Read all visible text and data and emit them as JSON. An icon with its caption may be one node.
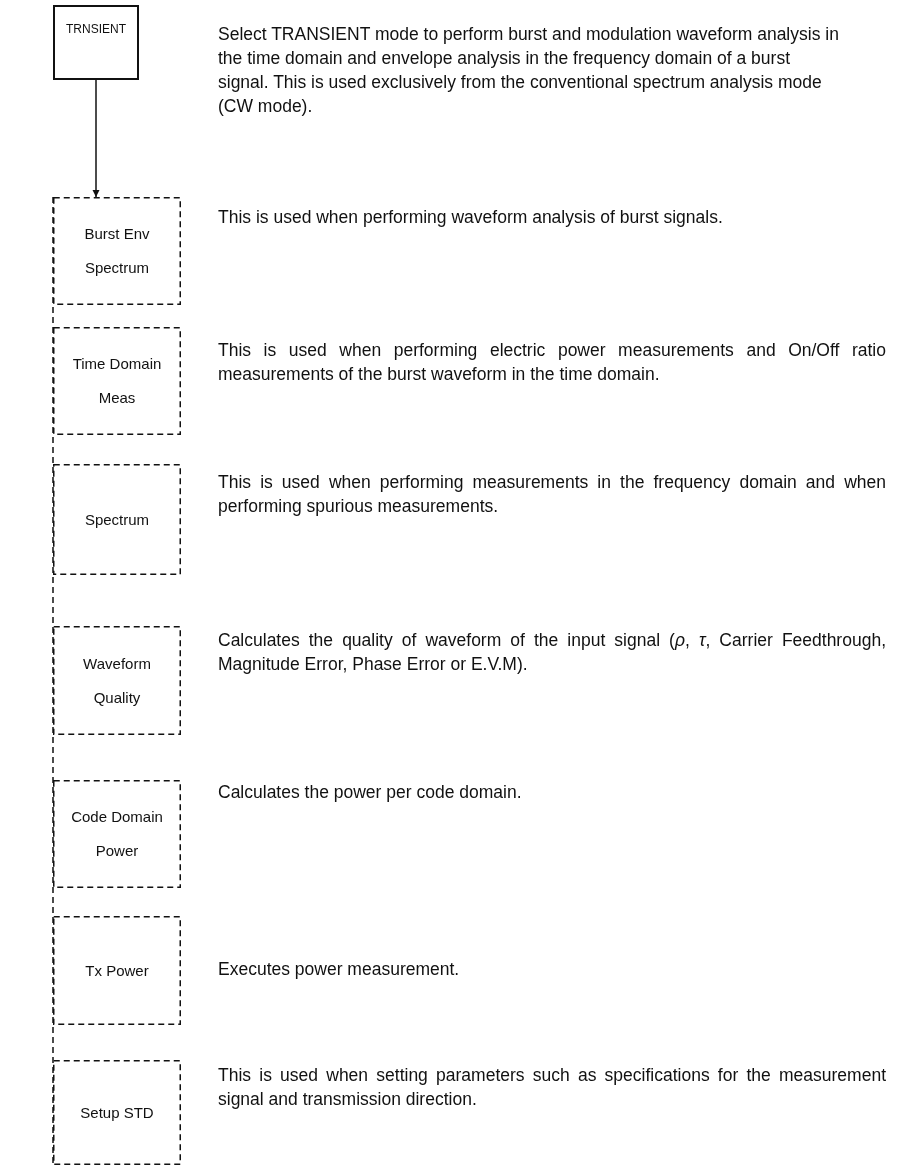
{
  "diagram": {
    "nodes": [
      {
        "text": [
          "TRNSIENT"
        ]
      },
      {
        "text": [
          "Burst Env Spectrum"
        ],
        "beside": [
          "This is used when performing waveform analysis of burst signals."
        ]
      },
      {
        "text": [
          "Time Domain Meas"
        ],
        "beside": [
          "This is used when performing electric power measurements and On/Off ratio measurements of the burst waveform in the time domain."
        ]
      },
      {
        "text": [
          "Spectrum"
        ],
        "beside": [
          "This is used when performing measurements in the frequency domain and when performing spurious measurements."
        ]
      },
      {
        "text": [
          "Waveform Quality"
        ],
        "beside": [
          "Calculates the quality of waveform of the input signal (*ρ*, *τ*, Carrier Feedthrough, Magnitude Error, Phase Error or E.V.M)."
        ]
      },
      {
        "text": [
          "Code Domain Power"
        ],
        "beside": [
          "Calculates the power per code domain."
        ]
      },
      {
        "text": [
          "Tx Power"
        ],
        "beside": [
          "Executes power measurement."
        ]
      },
      {
        "text": [
          "Setup STD"
        ],
        "beside": [
          "This is used when setting parameters such as specifications for the measurement signal and transmission direction."
        ]
      }
    ],
    "edges": [
      {
        "from": 0,
        "to": 1,
        "arrow": "to"
      }
    ],
    "labels": [
      "Select TRANSIENT mode to perform burst and modulation waveform analysis in the time domain and envelope analysis in the frequency domain of a burst signal.  This is used exclusively from the conventional spectrum analysis mode (CW mode)."
    ]
  }
}
